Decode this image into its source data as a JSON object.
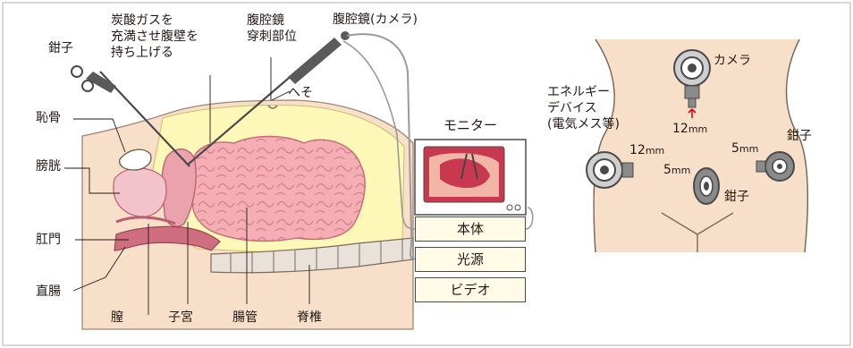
{
  "labels": {
    "co2": "炭酸ガスを\n充満させ腹壁を\n持ち上げる",
    "forceps": "鉗子",
    "pubis": "恥骨",
    "bladder": "膀胱",
    "anus": "肛門",
    "rectum": "直腸",
    "vagina": "膣",
    "uterus": "子宮",
    "intestine": "腸管",
    "spine": "脊椎",
    "trocar_site": "腹腔鏡\n穿刺部位",
    "scope_camera": "腹腔鏡(カメラ)",
    "navel": "へそ",
    "monitor": "モニター"
  },
  "equipment": [
    "本体",
    "光源",
    "ビデオ"
  ],
  "ports": {
    "camera_label": "カメラ",
    "camera_size": "12",
    "energy_device": "エネルギー\nデバイス\n(電気メス等)",
    "energy_size": "12",
    "forceps_left": "鉗子",
    "forceps_left_size": "5",
    "forceps_right": "鉗子",
    "forceps_right_size": "5",
    "unit": "mm"
  },
  "colors": {
    "skin": "#f8dfc9",
    "cavity": "#fdf7b8",
    "intestine": "#f4aeb4",
    "uterus": "#eaa3ad",
    "rectum": "#cf6e7f",
    "bone": "#ffffff",
    "screen": "#c8384f"
  }
}
